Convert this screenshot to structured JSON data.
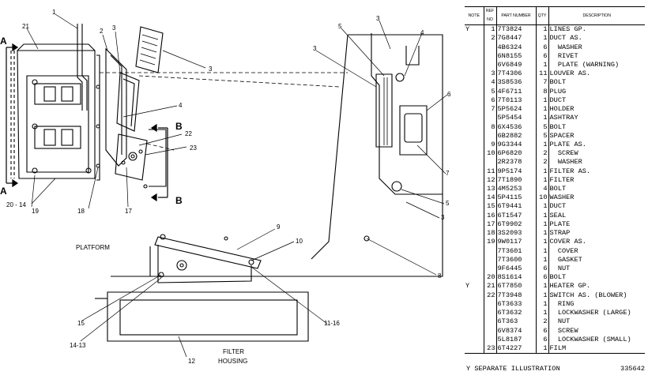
{
  "diagram": {
    "callouts": [
      "1",
      "21",
      "2",
      "3",
      "3",
      "4",
      "22",
      "23",
      "18",
      "17",
      "19",
      "20 - 14",
      "3",
      "3",
      "4",
      "5",
      "6",
      "7",
      "5",
      "3",
      "8",
      "9",
      "10",
      "11-16",
      "15",
      "14-13",
      "12"
    ],
    "section_marks": [
      "A",
      "A",
      "B",
      "B"
    ],
    "labels": {
      "platform": "PLATFORM",
      "filter_line1": "FILTER",
      "filter_line2": "HOUSING"
    }
  },
  "parts_table": {
    "headers": [
      "NOTE",
      "REF NO",
      "PART NUMBER",
      "QTY",
      "DESCRIPTION"
    ],
    "rows": [
      {
        "note": "Y",
        "ref": "1",
        "part": "7T3824",
        "qty": "1",
        "desc": "LINES GP."
      },
      {
        "note": "",
        "ref": "2",
        "part": "7G8447",
        "qty": "1",
        "desc": "DUCT AS."
      },
      {
        "note": "",
        "ref": "",
        "part": "4B6324",
        "qty": "6",
        "desc": "  WASHER"
      },
      {
        "note": "",
        "ref": "",
        "part": "6N8155",
        "qty": "6",
        "desc": "  RIVET"
      },
      {
        "note": "",
        "ref": "",
        "part": "6V6849",
        "qty": "1",
        "desc": "  PLATE (WARNING)"
      },
      {
        "note": "",
        "ref": "3",
        "part": "7T4306",
        "qty": "11",
        "desc": "LOUVER AS."
      },
      {
        "note": "",
        "ref": "4",
        "part": "3S8536",
        "qty": "7",
        "desc": "BOLT"
      },
      {
        "note": "",
        "ref": "5",
        "part": "4F6711",
        "qty": "8",
        "desc": "PLUG"
      },
      {
        "note": "",
        "ref": "6",
        "part": "7T0113",
        "qty": "1",
        "desc": "DUCT"
      },
      {
        "note": "",
        "ref": "7",
        "part": "5P5624",
        "qty": "1",
        "desc": "HOLDER"
      },
      {
        "note": "",
        "ref": "",
        "part": "5P5454",
        "qty": "1",
        "desc": "ASHTRAY"
      },
      {
        "note": "",
        "ref": "8",
        "part": "6X4536",
        "qty": "5",
        "desc": "BOLT"
      },
      {
        "note": "",
        "ref": "",
        "part": "6B2882",
        "qty": "5",
        "desc": "SPACER"
      },
      {
        "note": "",
        "ref": "9",
        "part": "9G3344",
        "qty": "1",
        "desc": "PLATE AS."
      },
      {
        "note": "",
        "ref": "10",
        "part": "6P6820",
        "qty": "2",
        "desc": "  SCREW"
      },
      {
        "note": "",
        "ref": "",
        "part": "2R2378",
        "qty": "2",
        "desc": "  WASHER"
      },
      {
        "note": "",
        "ref": "11",
        "part": "9P5174",
        "qty": "1",
        "desc": "FILTER AS."
      },
      {
        "note": "",
        "ref": "12",
        "part": "7T1890",
        "qty": "1",
        "desc": "FILTER"
      },
      {
        "note": "",
        "ref": "13",
        "part": "4M5253",
        "qty": "4",
        "desc": "BOLT"
      },
      {
        "note": "",
        "ref": "14",
        "part": "5P4115",
        "qty": "10",
        "desc": "WASHER"
      },
      {
        "note": "",
        "ref": "15",
        "part": "6T9441",
        "qty": "1",
        "desc": "DUCT"
      },
      {
        "note": "",
        "ref": "16",
        "part": "6T1547",
        "qty": "1",
        "desc": "SEAL"
      },
      {
        "note": "",
        "ref": "17",
        "part": "6T9902",
        "qty": "1",
        "desc": "PLATE"
      },
      {
        "note": "",
        "ref": "18",
        "part": "3S2093",
        "qty": "1",
        "desc": "STRAP"
      },
      {
        "note": "",
        "ref": "19",
        "part": "9W0117",
        "qty": "1",
        "desc": "COVER AS."
      },
      {
        "note": "",
        "ref": "",
        "part": "7T3601",
        "qty": "1",
        "desc": "  COVER"
      },
      {
        "note": "",
        "ref": "",
        "part": "7T3600",
        "qty": "1",
        "desc": "  GASKET"
      },
      {
        "note": "",
        "ref": "",
        "part": "9F6445",
        "qty": "6",
        "desc": "  NUT"
      },
      {
        "note": "",
        "ref": "20",
        "part": "8S1614",
        "qty": "6",
        "desc": "BOLT"
      },
      {
        "note": "Y",
        "ref": "21",
        "part": "6T7850",
        "qty": "1",
        "desc": "HEATER GP."
      },
      {
        "note": "",
        "ref": "22",
        "part": "7T3948",
        "qty": "1",
        "desc": "SWITCH AS. (BLOWER)"
      },
      {
        "note": "",
        "ref": "",
        "part": "6T3633",
        "qty": "1",
        "desc": "  RING"
      },
      {
        "note": "",
        "ref": "",
        "part": "6T3632",
        "qty": "1",
        "desc": "  LOCKWASHER (LARGE)"
      },
      {
        "note": "",
        "ref": "",
        "part": "6T363",
        "qty": "2",
        "desc": "  NUT"
      },
      {
        "note": "",
        "ref": "",
        "part": "6V8374",
        "qty": "6",
        "desc": "  SCREW"
      },
      {
        "note": "",
        "ref": "",
        "part": "5L8187",
        "qty": "6",
        "desc": "  LOCKWASHER (SMALL)"
      },
      {
        "note": "",
        "ref": "23",
        "part": "6T4227",
        "qty": "1",
        "desc": "FILM"
      }
    ]
  },
  "footer": {
    "note": "Y   SEPARATE ILLUSTRATION",
    "illustration_no": "335642"
  }
}
